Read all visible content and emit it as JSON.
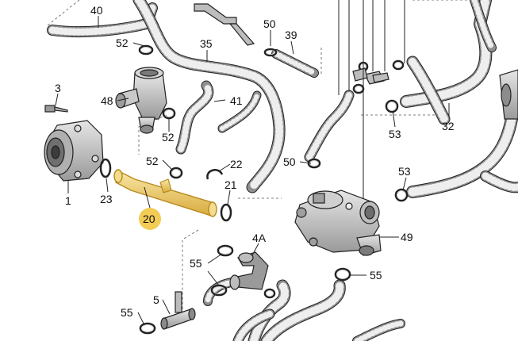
{
  "colors": {
    "background": "#ffffff",
    "outline": "#222222",
    "hose": "#8f8f8f",
    "part_body": "#c4c4c4",
    "part_shadow": "#8a8a8a",
    "highlight_fill": "#f0d27a",
    "highlight_outline": "#b88a1e",
    "callout_badge": "#f2cc55"
  },
  "callouts": {
    "c40": "40",
    "c52a": "52",
    "c35": "35",
    "c50a": "50",
    "c39": "39",
    "c3": "3",
    "c48": "48",
    "c41": "41",
    "c52b": "52",
    "c53a": "53",
    "c32": "32",
    "c1": "1",
    "c23": "23",
    "c52c": "52",
    "c22": "22",
    "c21": "21",
    "c20": "20",
    "c50b": "50",
    "c53b": "53",
    "c4a": "4A",
    "c49": "49",
    "c55a": "55",
    "c55b": "55",
    "c5": "5",
    "c55c": "55"
  }
}
